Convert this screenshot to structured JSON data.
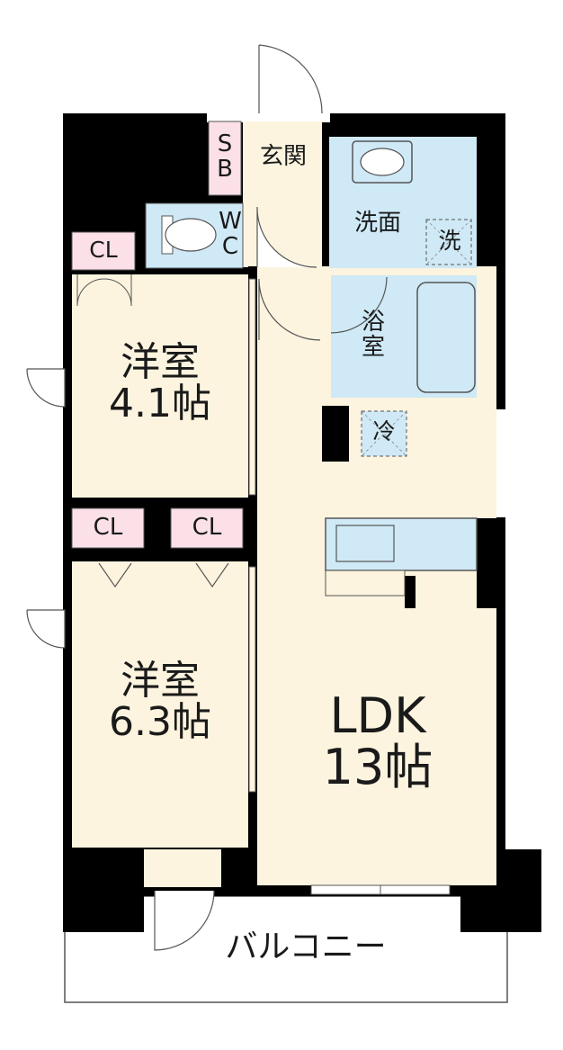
{
  "colors": {
    "wall": "#000000",
    "room": "#fcf4df",
    "wet": "#cfe9f6",
    "storage": "#fbe0e8",
    "line": "#555555"
  },
  "rooms": {
    "western_1": "洋室\n4.1帖",
    "western_2": "洋室\n6.3帖",
    "ldk": "LDK\n13帖",
    "entrance": "玄関",
    "shoe_box": "S\nB",
    "toilet": "W\nC",
    "washroom": "洗面",
    "washer": "洗",
    "bathroom": "浴\n室",
    "fridge": "冷",
    "closet_1": "CL",
    "closet_2": "CL",
    "closet_3": "CL",
    "balcony": "バルコニー"
  },
  "icons": {
    "toilet": "toilet-icon",
    "sink": "sink-icon",
    "bathtub": "bathtub-icon",
    "kitchen": "kitchen-counter-icon",
    "door": "door-swing-icon"
  }
}
